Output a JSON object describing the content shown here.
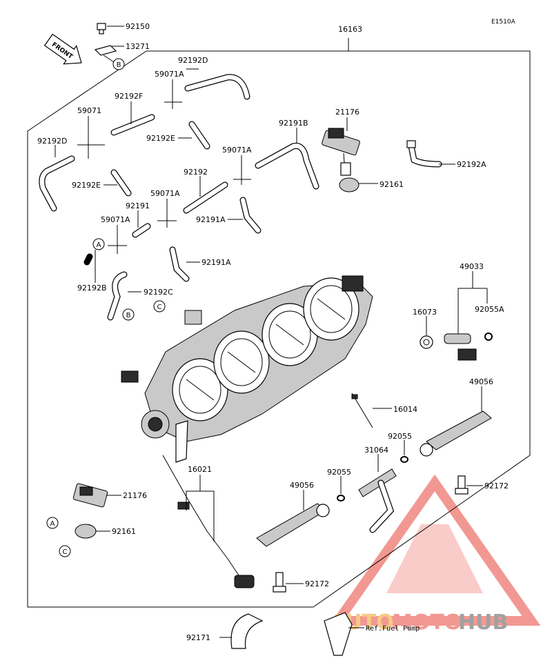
{
  "diagram_code": "E1510A",
  "front_label": "FRONT",
  "reference_note": "Ref.Fuel Pump",
  "watermark": {
    "brand_part1": "AUTO",
    "brand_part2": "MOTO",
    "brand_part3": "HUB",
    "colors": {
      "triangle": "#e8443a",
      "auto": "#f0a020",
      "moto": "#e8443a",
      "hub": "#555555"
    }
  },
  "callout_letters": {
    "a": "A",
    "b": "B",
    "c": "C"
  },
  "part_numbers": {
    "p16163": "16163",
    "p92150": "92150",
    "p13271": "13271",
    "p92192D_top": "92192D",
    "p59071A_top": "59071A",
    "p92192F": "92192F",
    "p59071": "59071",
    "p92192E_a": "92192E",
    "p92192D_left": "92192D",
    "p92192E_b": "92192E",
    "p92191B": "92191B",
    "p21176_top": "21176",
    "p92192A": "92192A",
    "p59071A_mid": "59071A",
    "p92192": "92192",
    "p92161_top": "92161",
    "p59071A_low": "59071A",
    "p92191": "92191",
    "p92191A_a": "92191A",
    "p59071A_left": "59071A",
    "p92191A_b": "92191A",
    "p92192B": "92192B",
    "p92192C": "92192C",
    "p49033": "49033",
    "p16073": "16073",
    "p92055A": "92055A",
    "p16014": "16014",
    "p49056_right": "49056",
    "p92055_right": "92055",
    "p31064": "31064",
    "p92055_mid": "92055",
    "p49056_mid": "49056",
    "p92172_right": "92172",
    "p16021": "16021",
    "p21176_bot": "21176",
    "p92161_bot": "92161",
    "p92172_bot": "92172",
    "p92171": "92171"
  }
}
